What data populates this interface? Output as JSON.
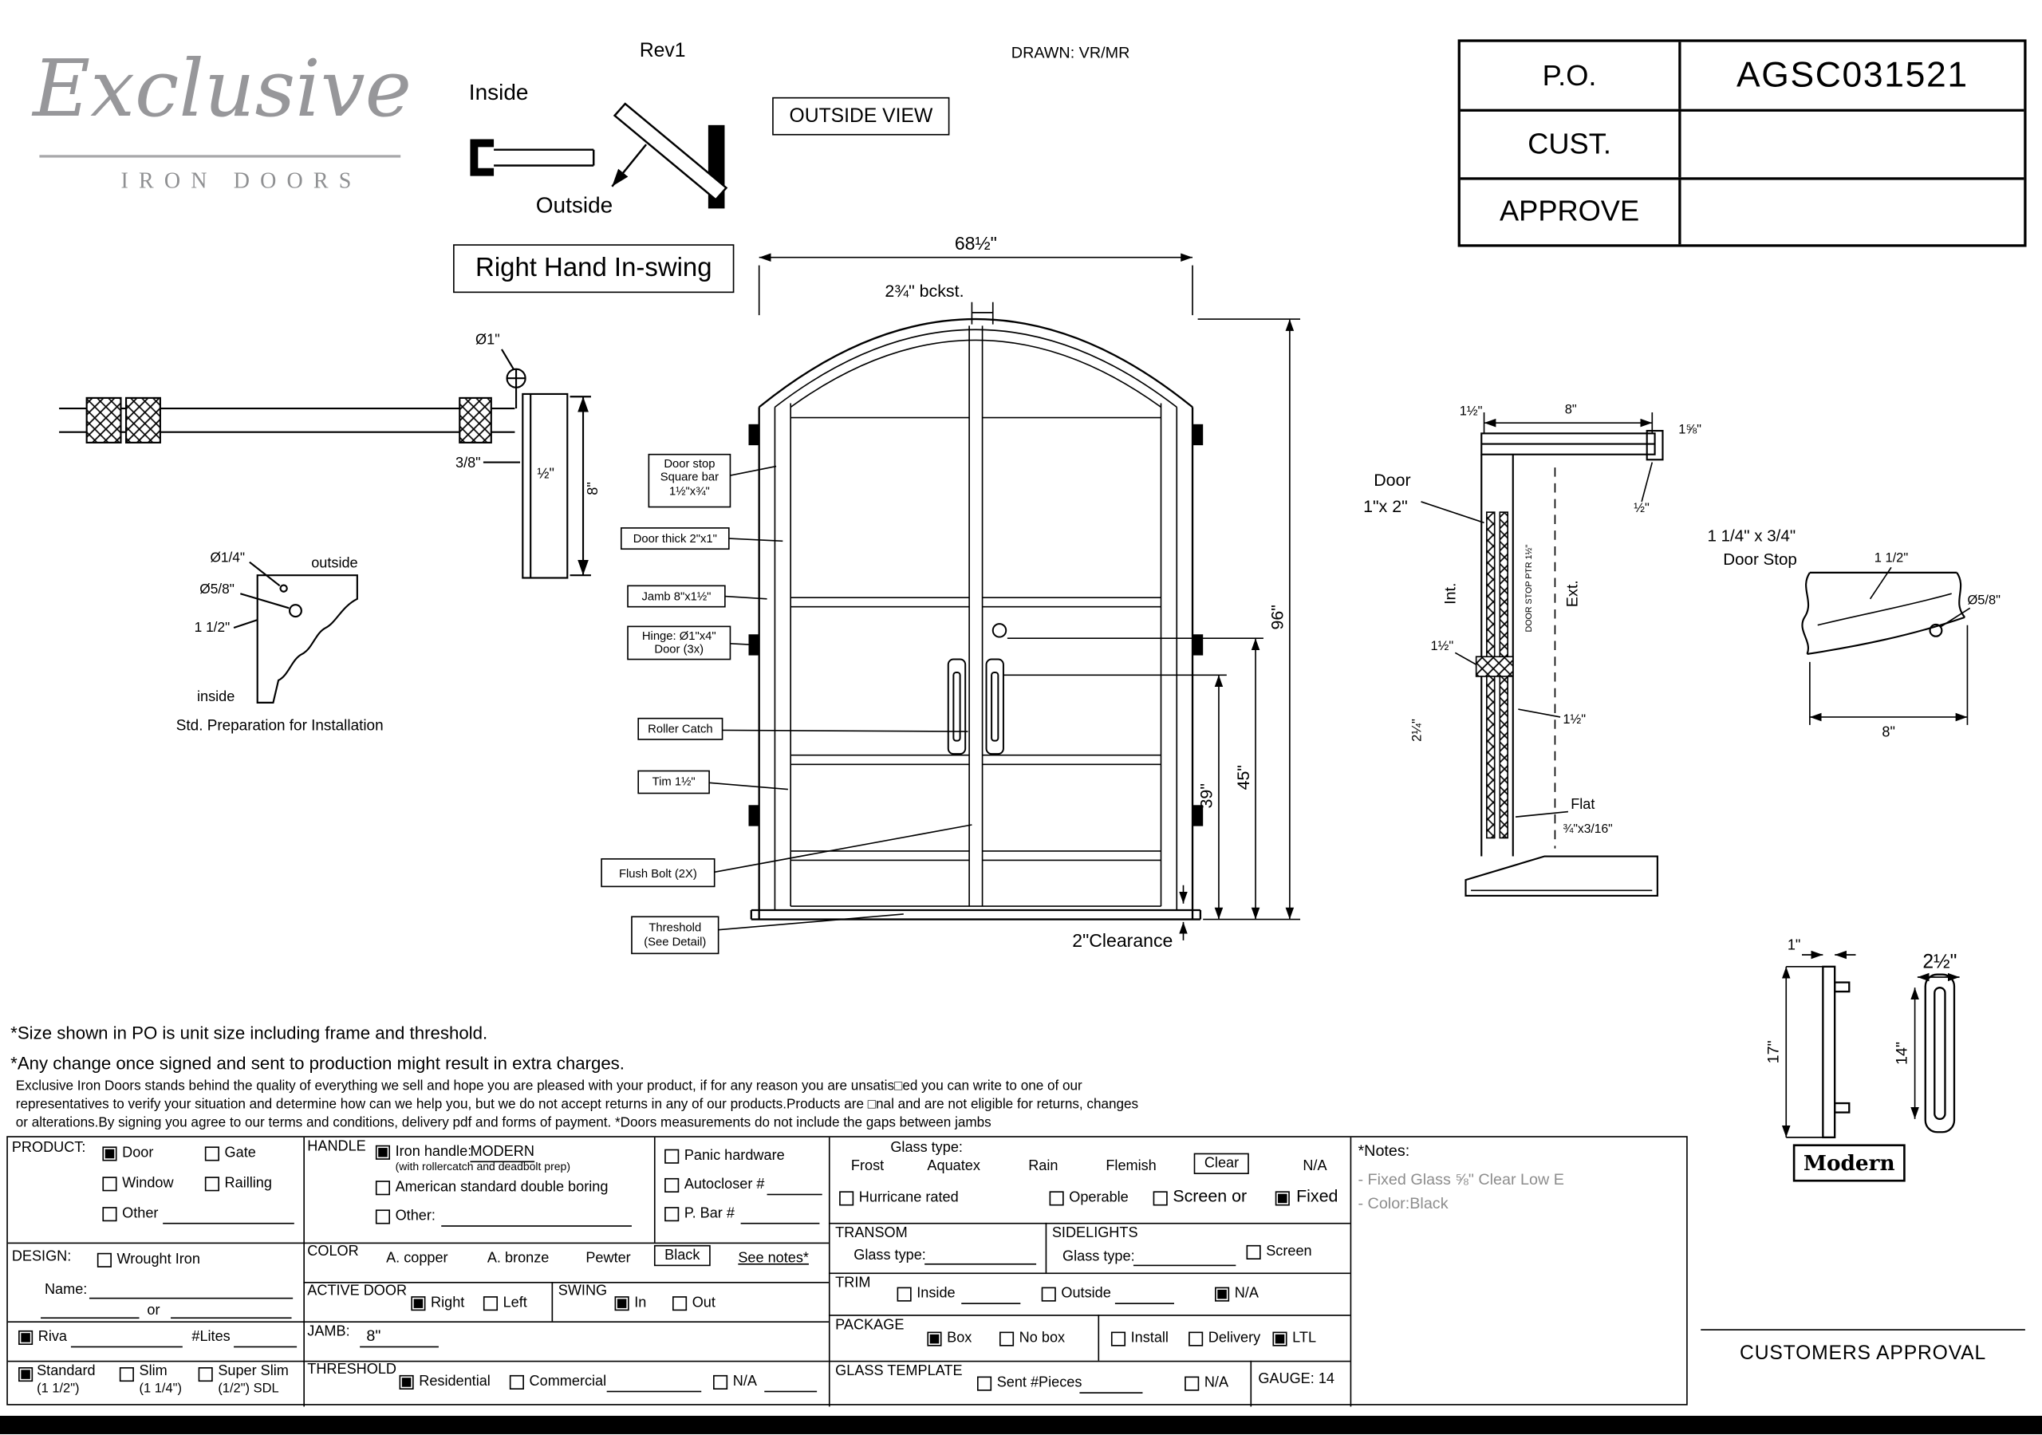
{
  "sheet": {
    "bg": "#ffffff",
    "line": "#000000",
    "note_gray": "#8d8d8d",
    "logo_gray": "#97979a"
  },
  "header": {
    "logo_script": "Exclusive",
    "logo_sub": "IRON DOORS",
    "rev": "Rev1",
    "drawn": "DRAWN: VR/MR",
    "outside_view": "OUTSIDE VIEW",
    "swing_title": "Right Hand In-swing",
    "inside": "Inside",
    "outside": "Outside"
  },
  "po_table": {
    "rows": [
      {
        "label": "P.O.",
        "value": "AGSC031521"
      },
      {
        "label": "CUST.",
        "value": ""
      },
      {
        "label": "APPROVE",
        "value": ""
      }
    ]
  },
  "elevation": {
    "dim_width": "68½\"",
    "dim_backset": "2¾\" bckst.",
    "dim_height": "96\"",
    "dim_45": "45\"",
    "dim_39": "39\"",
    "dim_clearance": "2\"Clearance",
    "callout_door_stop_1": "Door stop",
    "callout_door_stop_2": "Square bar",
    "callout_door_stop_3": "1½\"x¾\"",
    "callout_door_thick": "Door thick 2\"x1\"",
    "callout_jamb": "Jamb 8\"x1½\"",
    "callout_hinge_1": "Hinge: Ø1\"x4\"",
    "callout_hinge_2": "Door (3x)",
    "callout_roller": "Roller Catch",
    "callout_trim": "Tim 1½\"",
    "callout_flush": "Flush Bolt (2X)",
    "callout_threshold_1": "Threshold",
    "callout_threshold_2": "(See Detail)"
  },
  "head_detail": {
    "dia1": "Ø1\"",
    "d38": "3/8\"",
    "d12": "½\"",
    "d8": "8\""
  },
  "corbel": {
    "dia14": "Ø1/4\"",
    "dia58": "Ø5/8\"",
    "d112": "1 1/2\"",
    "outside": "outside",
    "inside": "inside",
    "caption": "Std. Preparation for Installation"
  },
  "jamb_section": {
    "door1": "Door",
    "door2": "1\"x 2\"",
    "d112_top": "1½\"",
    "d8": "8\"",
    "d158": "1⅝\"",
    "d12": "½\"",
    "int": "Int.",
    "ext": "Ext.",
    "stop_ptr": "DOOR STOP PTR 1½\"",
    "d112_a": "1½\"",
    "d112_b": "1½\"",
    "d214": "2¼\"",
    "flat1": "Flat",
    "flat2": "¾\"x3/16\""
  },
  "stop_detail": {
    "title1": "1 1/4\" x 3/4\"",
    "title2": "Door Stop",
    "d112": "1 1/2\"",
    "dia58": "Ø5/8\"",
    "d8": "8\""
  },
  "handle_detail": {
    "d1": "1\"",
    "d212": "2½\"",
    "d17": "17\"",
    "d14": "14\"",
    "name": "Modern"
  },
  "notes": {
    "size_note": "*Size shown in PO is unit size including frame and threshold.",
    "change_note": "*Any change once signed and sent to production might result in extra charges.",
    "fine1": "Exclusive Iron Doors stands behind the quality of everything we sell and hope you are pleased with your product, if for any reason you are unsatis□ed you can write to one of our",
    "fine2": "representatives to verify your situation and determine how can we help you, but we do not accept returns in any of our products.Products are □nal and are not eligible for returns, changes",
    "fine3": "or alterations.By signing you agree to our terms and conditions, delivery pdf and forms of payment. *Doors measurements do not include the gaps between jambs"
  },
  "form": {
    "product": {
      "label": "PRODUCT:",
      "options": [
        {
          "label": "Door",
          "checked": true
        },
        {
          "label": "Gate",
          "checked": false
        },
        {
          "label": "Window",
          "checked": false
        },
        {
          "label": "Railling",
          "checked": false
        },
        {
          "label": "Other",
          "checked": false
        }
      ]
    },
    "handle": {
      "label": "HANDLE",
      "iron_label": "Iron handle:",
      "iron_value": "MODERN",
      "iron_checked": true,
      "iron_note": "(with rollercatch and deadbolt prep)",
      "american": "American standard double boring",
      "american_checked": false,
      "other": "Other:",
      "other_checked": false,
      "panic": "Panic hardware",
      "panic_checked": false,
      "autocloser": "Autocloser #",
      "autocloser_checked": false,
      "pbar": "P. Bar #",
      "pbar_checked": false
    },
    "glass": {
      "label": "Glass type:",
      "frost": "Frost",
      "aquatex": "Aquatex",
      "rain": "Rain",
      "flemish": "Flemish",
      "clear": "Clear",
      "na": "N/A",
      "hurricane": "Hurricane rated",
      "hurricane_checked": false,
      "operable": "Operable",
      "operable_checked": false,
      "screen_or": "Screen or",
      "screen_checked": false,
      "fixed": "Fixed",
      "fixed_checked": true
    },
    "transom": {
      "label": "TRANSOM",
      "glass_type": "Glass type:"
    },
    "sidelights": {
      "label": "SIDELIGHTS",
      "glass_type": "Glass type:",
      "screen": "Screen",
      "screen_checked": false
    },
    "notes_cell": {
      "title": "*Notes:",
      "line1": "- Fixed Glass ⅝\" Clear  Low E",
      "line2": "- Color:Black"
    },
    "design": {
      "label": "DESIGN:",
      "wrought": "Wrought Iron",
      "wrought_checked": false,
      "name": "Name:",
      "or": "or",
      "riva": "Riva",
      "riva_checked": true,
      "lites": "#Lites"
    },
    "color": {
      "label": "COLOR",
      "copper": "A. copper",
      "bronze": "A. bronze",
      "pewter": "Pewter",
      "black": "Black",
      "see_notes": "See notes*"
    },
    "active": {
      "label": "ACTIVE DOOR",
      "right": "Right",
      "right_checked": true,
      "left": "Left",
      "left_checked": false
    },
    "swing": {
      "label": "SWING",
      "in": "In",
      "in_checked": true,
      "out": "Out",
      "out_checked": false
    },
    "jamb": {
      "label": "JAMB:",
      "value": "8\""
    },
    "threshold": {
      "label": "THRESHOLD",
      "residential": "Residential",
      "residential_checked": true,
      "commercial": "Commercial",
      "commercial_checked": false,
      "na": "N/A",
      "na_checked": false
    },
    "trim": {
      "label": "TRIM",
      "inside": "Inside",
      "inside_checked": false,
      "outside": "Outside",
      "outside_checked": false,
      "na": "N/A",
      "na_checked": true
    },
    "package": {
      "label": "PACKAGE",
      "box": "Box",
      "box_checked": true,
      "nobox": "No box",
      "nobox_checked": false,
      "install": "Install",
      "install_checked": false,
      "delivery": "Delivery",
      "delivery_checked": false,
      "ltl": "LTL",
      "ltl_checked": true
    },
    "glass_template": {
      "label": "GLASS TEMPLATE",
      "sent": "Sent #Pieces",
      "sent_checked": false,
      "na": "N/A",
      "na_checked": false
    },
    "gauge": {
      "label": "GAUGE: 14"
    },
    "sizes": [
      {
        "label": "Standard",
        "sub": "(1 1/2\")",
        "checked": true
      },
      {
        "label": "Slim",
        "sub": "(1 1/4\")",
        "checked": false
      },
      {
        "label": "Super Slim",
        "sub": "(1/2\") SDL",
        "checked": false
      }
    ]
  },
  "approval": {
    "label": "CUSTOMERS APPROVAL"
  }
}
